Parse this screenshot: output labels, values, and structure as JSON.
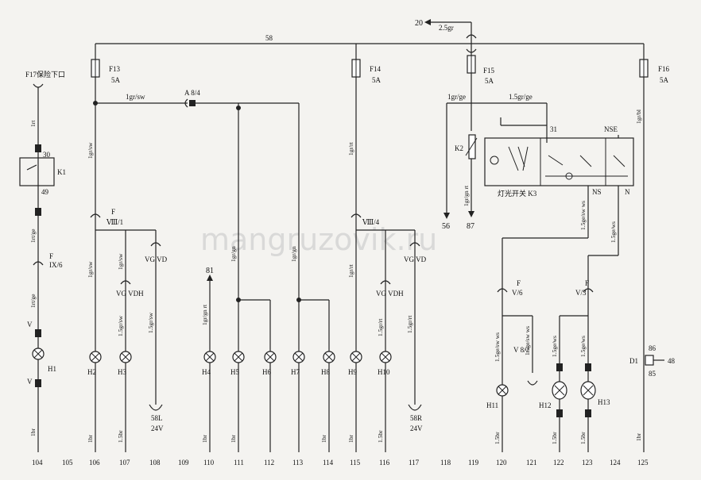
{
  "watermark": "mangruzovik.ru",
  "top_arrow": {
    "target": "20",
    "wire": "2.5gr"
  },
  "bus": {
    "label": "58"
  },
  "fuses": [
    {
      "id": "F13",
      "rating": "5A"
    },
    {
      "id": "F14",
      "rating": "5A"
    },
    {
      "id": "F15",
      "rating": "5A"
    },
    {
      "id": "F16",
      "rating": "5A"
    },
    {
      "id": "F17",
      "note": "保险下口"
    }
  ],
  "relay_k1": {
    "id": "K1",
    "pin_top": "30",
    "pin_bottom": "49"
  },
  "k2": {
    "id": "K2"
  },
  "light_switch": {
    "name": "灯光开关",
    "id": "K3",
    "pin_31": "31",
    "pin_nse": "NSE",
    "pin_ns": "NS",
    "pin_n": "N"
  },
  "connectors": {
    "A84": "A 8/4",
    "F_IX6_f": "F",
    "F_IX6": "IX/6",
    "V_top": "V",
    "V_bot": "V",
    "F_VIII1_f": "F",
    "F_VIII1": "Ⅷ/1",
    "VGVD1": "VG VD",
    "VGVDH1": "VG VDH",
    "VIII4": "Ⅷ/4",
    "VGVD2": "VG VD",
    "VGVDH2": "VG VDH",
    "F_V6_f": "F",
    "F_V6": "V/6",
    "F_V3_f": "F",
    "F_V3": "V/3",
    "V82": "V 8/2",
    "out81": "81",
    "out56": "56",
    "out87": "87",
    "d1": "D1",
    "d1_86": "86",
    "d1_85": "85",
    "d1_48": "48"
  },
  "wires": {
    "w1": "1rt",
    "w2": "1rt/ge",
    "w3": "1rt/ge",
    "w4": "1br",
    "w5": "1gr/sw",
    "w6": "1gr/sw",
    "w7": "1gr/sw",
    "w8": "1gr/sw",
    "w9": "1.5gr/sw",
    "w10": "1.5gr/sw",
    "w11": "1br",
    "w12": "1.5br",
    "w13": "1gr/gn rt",
    "w14": "1br",
    "w15": "1gr/gn",
    "w16": "1gr/gn",
    "w17": "1br",
    "w18": "1br",
    "w19": "1gr/rt",
    "w20": "1gr/rt",
    "w21": "1.5gr/rt",
    "w22": "1.5gr/rt",
    "w23": "1br",
    "w24": "1.5br",
    "w25": "1gr/ge",
    "w26": "1.5gr/ge",
    "w27": "1gr/gn rt",
    "w28": "1.5ge/sw ws",
    "w29": "1.5ge/ws",
    "w30": "1.5ge/sw ws",
    "w31": "1.5ge/sw ws",
    "w32": "1.5ge/ws",
    "w33": "1.5ge/ws",
    "w34": "1.5br",
    "w35": "1.5br",
    "w36": "1.5br",
    "w37": "1gr/bl",
    "w38": "1br"
  },
  "lamps": [
    "H1",
    "H2",
    "H3",
    "H4",
    "H5",
    "H6",
    "H7",
    "H8",
    "H9",
    "H10",
    "H11",
    "H12",
    "H13"
  ],
  "grounds": [
    {
      "id": "58L",
      "v": "24V"
    },
    {
      "id": "58R",
      "v": "24V"
    }
  ],
  "columns": [
    "104",
    "105",
    "106",
    "107",
    "108",
    "109",
    "110",
    "111",
    "112",
    "113",
    "114",
    "115",
    "116",
    "117",
    "118",
    "119",
    "120",
    "121",
    "122",
    "123",
    "124",
    "125"
  ]
}
